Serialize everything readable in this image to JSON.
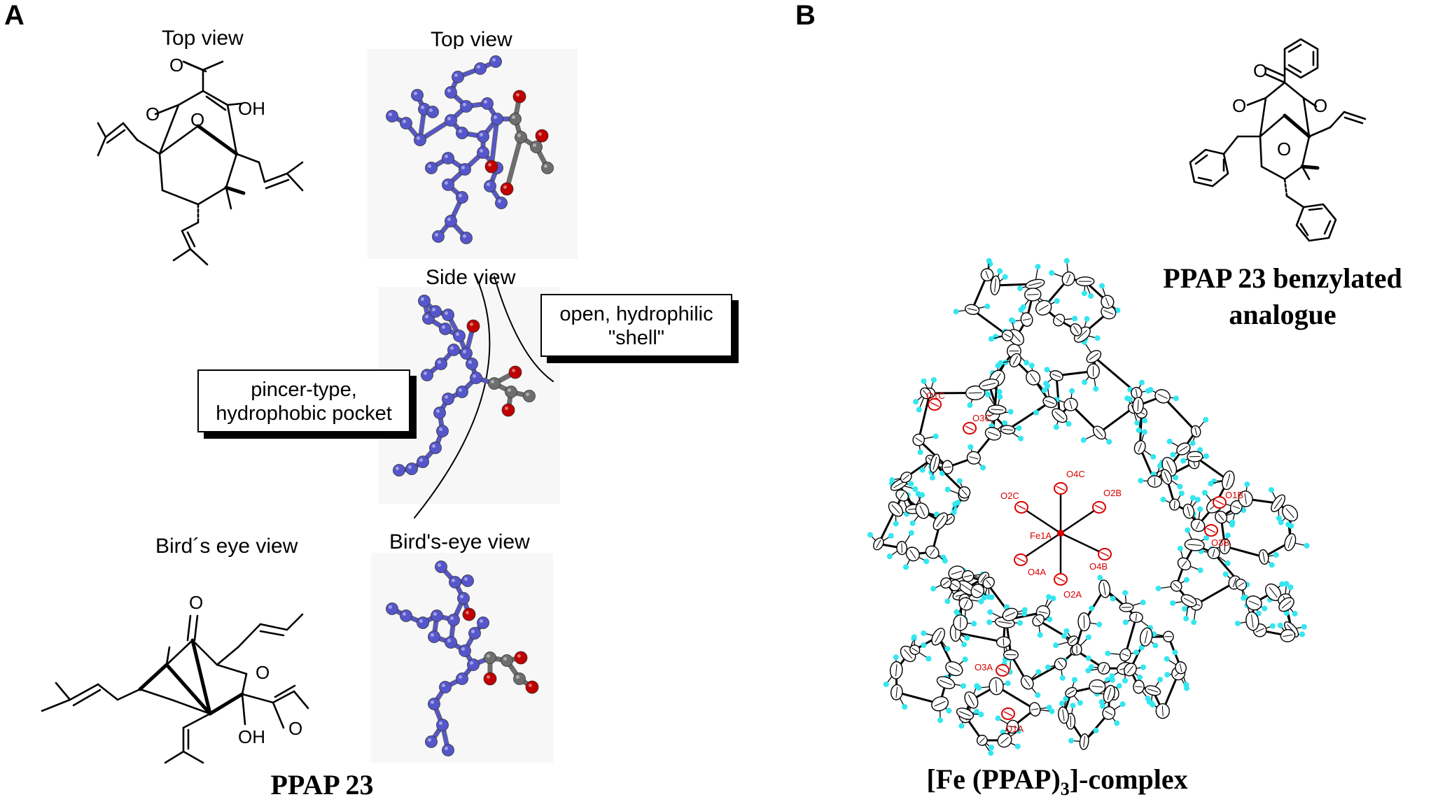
{
  "panels": {
    "a": "A",
    "b": "B"
  },
  "labels": {
    "top_view_struct": "Top view",
    "top_view_model": "Top view",
    "side_view": "Side view",
    "birds_eye_struct": "Bird´s eye view",
    "birds_eye_model": "Bird's-eye view"
  },
  "callouts": {
    "shell": [
      "open, hydrophilic",
      "\"shell\""
    ],
    "pocket": [
      "pincer-type,",
      "hydrophobic pocket"
    ]
  },
  "compounds": {
    "ppap23": "PPAP 23",
    "analogue": [
      "PPAP 23 benzylated",
      "analogue"
    ],
    "complex": {
      "prefix": "[Fe (PPAP)",
      "sub": "3",
      "suffix": "]-complex"
    }
  },
  "atoms": {
    "oh": "OH",
    "o": "O"
  },
  "ortep_labels": [
    "O1C",
    "O3C",
    "O2C",
    "O4C",
    "O2B",
    "O1B",
    "O3B",
    "Fe1A",
    "O4A",
    "O4B",
    "O2A",
    "O3A",
    "O1A"
  ],
  "colors": {
    "model_blue": "#5656cc",
    "model_grey": "#6e6e6e",
    "model_red": "#c00000",
    "hydrogen_cyan": "#33e6f0",
    "ortep_red": "#d80000"
  }
}
